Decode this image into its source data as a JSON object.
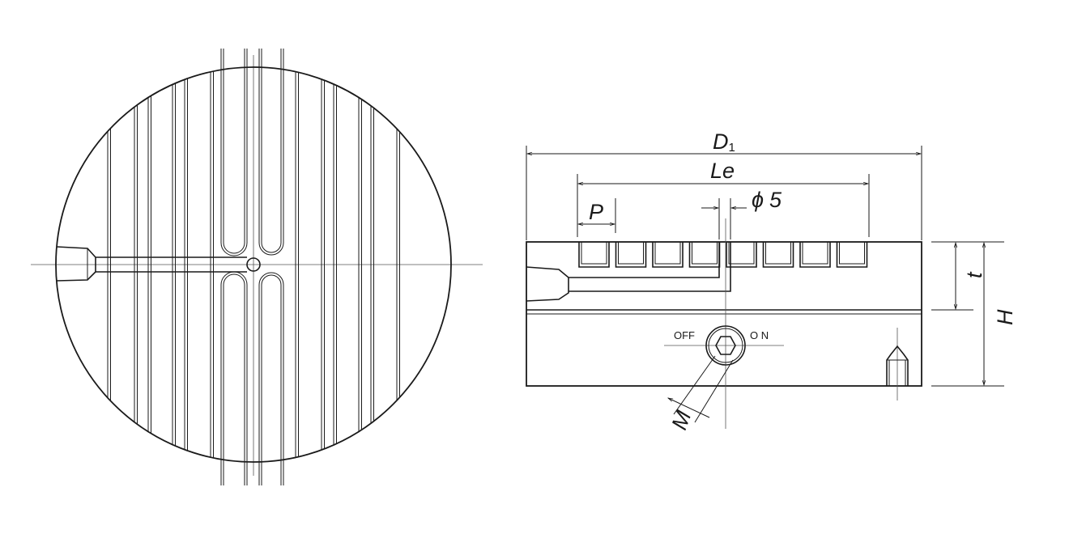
{
  "drawing": {
    "dimensions": {
      "d1": "D",
      "d1_sub": "1",
      "le": "Le",
      "p": "P",
      "phi": "ϕ",
      "phi_value": "5",
      "t": "t",
      "h": "H",
      "m": "M"
    },
    "switch": {
      "off": "OFF",
      "on": "O N"
    }
  }
}
